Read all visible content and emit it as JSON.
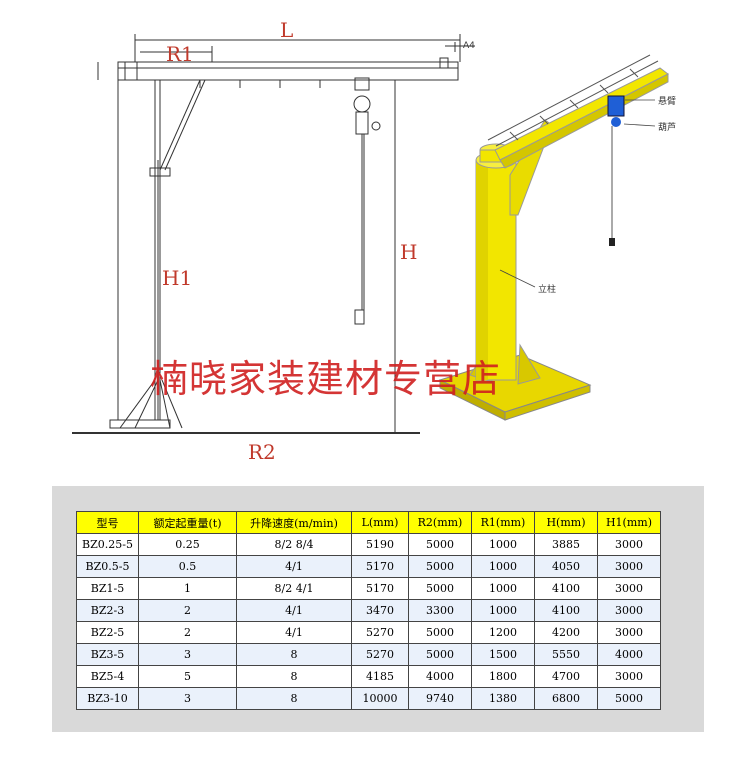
{
  "drawing": {
    "dimensions": {
      "L": "L",
      "R1": "R1",
      "H": "H",
      "H1": "H1",
      "R2": "R2",
      "A": "A4"
    },
    "callouts": {
      "boom": "悬臂",
      "hoist": "葫芦",
      "column": "立柱"
    },
    "watermark": "楠晓家装建材专营店",
    "colors": {
      "crane_yellow": "#f2e600",
      "hoist_blue": "#1f5fd6",
      "dimension_red": "#c0392b",
      "table_header": "#ffff00"
    }
  },
  "spec_table": {
    "headers": [
      "型号",
      "额定起重量(t)",
      "升降速度(m/min)",
      "L(mm)",
      "R2(mm)",
      "R1(mm)",
      "H(mm)",
      "H1(mm)"
    ],
    "rows": [
      [
        "BZ0.25-5",
        "0.25",
        "8/2 8/4",
        "5190",
        "5000",
        "1000",
        "3885",
        "3000"
      ],
      [
        "BZ0.5-5",
        "0.5",
        "4/1",
        "5170",
        "5000",
        "1000",
        "4050",
        "3000"
      ],
      [
        "BZ1-5",
        "1",
        "8/2 4/1",
        "5170",
        "5000",
        "1000",
        "4100",
        "3000"
      ],
      [
        "BZ2-3",
        "2",
        "4/1",
        "3470",
        "3300",
        "1000",
        "4100",
        "3000"
      ],
      [
        "BZ2-5",
        "2",
        "4/1",
        "5270",
        "5000",
        "1200",
        "4200",
        "3000"
      ],
      [
        "BZ3-5",
        "3",
        "8",
        "5270",
        "5000",
        "1500",
        "5550",
        "4000"
      ],
      [
        "BZ5-4",
        "5",
        "8",
        "4185",
        "4000",
        "1800",
        "4700",
        "3000"
      ],
      [
        "BZ3-10",
        "3",
        "8",
        "10000",
        "9740",
        "1380",
        "6800",
        "5000"
      ]
    ]
  }
}
